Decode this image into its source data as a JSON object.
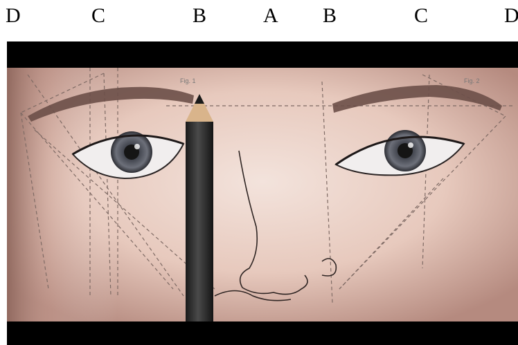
{
  "column_labels": [
    "D",
    "C",
    "B",
    "A",
    "B",
    "C",
    "D"
  ],
  "figure_labels": {
    "left": "Fig. 1",
    "right": "Fig. 2"
  },
  "colors": {
    "skin": "#e8c9bd",
    "skin_shadow": "#b78c80",
    "brow": "#6a4f47",
    "pencil": "#2b2b2b",
    "frame": "#000000"
  }
}
